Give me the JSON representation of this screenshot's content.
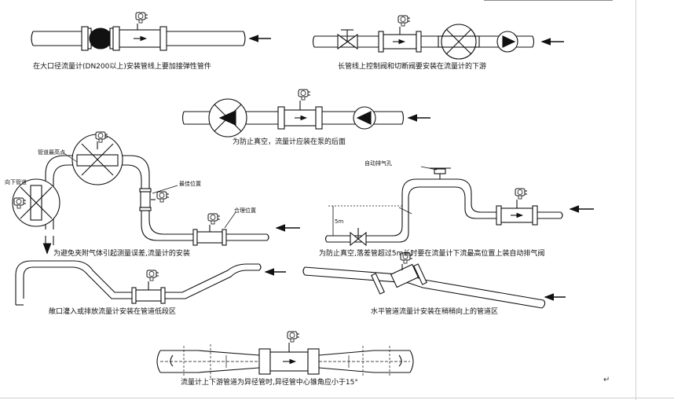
{
  "captions": {
    "c1": "在大口径流量计(DN200以上)安装管线上要加接弹性管件",
    "c2": "长管线上控制阀和切断阀要安装在流量计的下游",
    "c3": "为防止真空，流量计应装在泵的后面",
    "c4": "为避免夹附气体引起测量误差,流量计的安装",
    "c5": "为防止真空,落差管超过5m长时要在流量计下流最高位置上装自动排气阀",
    "c6": "敞口灌入或排放流量计安装在管道低段区",
    "c7": "水平管道流量计安装在稍稍向上的管道区",
    "c8": "流量计上下游管道为异径管时,异径管中心锥角应小于15°"
  },
  "labels": {
    "pipe_highest": "管道最高点",
    "downward_pipe": "向下管道",
    "best_position": "最佳位置",
    "proper_position": "合理位置",
    "auto_vent": "自动排气孔",
    "five_m": "5m"
  },
  "return_mark": "↵",
  "colors": {
    "line": "#111111",
    "background": "#ffffff"
  }
}
